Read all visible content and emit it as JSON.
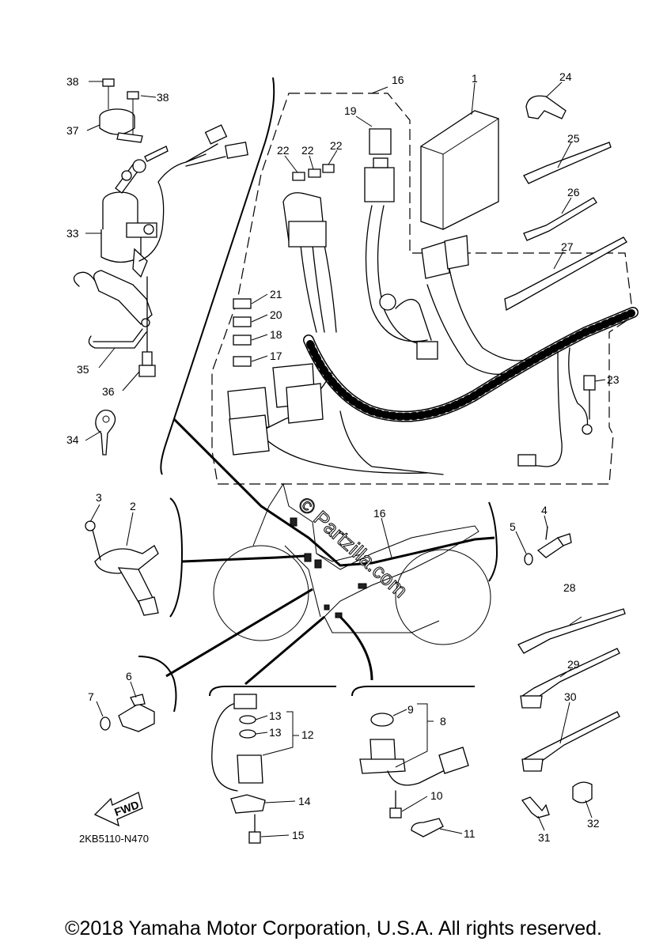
{
  "diagram": {
    "drawing_code": "2KB5110-N470",
    "fwd_label": "FWD",
    "watermark": "© Partzilla.com",
    "copyright": "©2018 Yamaha Motor Corporation, U.S.A. All rights reserved.",
    "callouts": [
      {
        "id": "c1",
        "label": "1"
      },
      {
        "id": "c2",
        "label": "2"
      },
      {
        "id": "c3",
        "label": "3"
      },
      {
        "id": "c4",
        "label": "4"
      },
      {
        "id": "c5",
        "label": "5"
      },
      {
        "id": "c6",
        "label": "6"
      },
      {
        "id": "c7",
        "label": "7"
      },
      {
        "id": "c8",
        "label": "8"
      },
      {
        "id": "c9",
        "label": "9"
      },
      {
        "id": "c10",
        "label": "10"
      },
      {
        "id": "c11",
        "label": "11"
      },
      {
        "id": "c12",
        "label": "12"
      },
      {
        "id": "c13a",
        "label": "13"
      },
      {
        "id": "c13b",
        "label": "13"
      },
      {
        "id": "c14",
        "label": "14"
      },
      {
        "id": "c15",
        "label": "15"
      },
      {
        "id": "c16a",
        "label": "16"
      },
      {
        "id": "c16b",
        "label": "16"
      },
      {
        "id": "c17",
        "label": "17"
      },
      {
        "id": "c18",
        "label": "18"
      },
      {
        "id": "c19",
        "label": "19"
      },
      {
        "id": "c20",
        "label": "20"
      },
      {
        "id": "c21",
        "label": "21"
      },
      {
        "id": "c22a",
        "label": "22"
      },
      {
        "id": "c22b",
        "label": "22"
      },
      {
        "id": "c22c",
        "label": "22"
      },
      {
        "id": "c23",
        "label": "23"
      },
      {
        "id": "c24",
        "label": "24"
      },
      {
        "id": "c25",
        "label": "25"
      },
      {
        "id": "c26",
        "label": "26"
      },
      {
        "id": "c27",
        "label": "27"
      },
      {
        "id": "c28",
        "label": "28"
      },
      {
        "id": "c29",
        "label": "29"
      },
      {
        "id": "c30",
        "label": "30"
      },
      {
        "id": "c31",
        "label": "31"
      },
      {
        "id": "c32",
        "label": "32"
      },
      {
        "id": "c33",
        "label": "33"
      },
      {
        "id": "c34",
        "label": "34"
      },
      {
        "id": "c35",
        "label": "35"
      },
      {
        "id": "c36",
        "label": "36"
      },
      {
        "id": "c37",
        "label": "37"
      },
      {
        "id": "c38a",
        "label": "38"
      },
      {
        "id": "c38b",
        "label": "38"
      }
    ]
  }
}
